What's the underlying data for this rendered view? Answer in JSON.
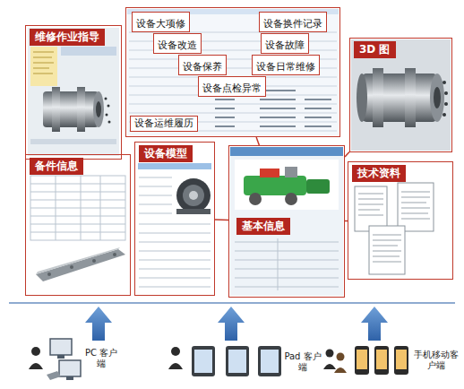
{
  "diagram": {
    "nodes": [
      {
        "text": [
          "维修作业指导"
        ]
      },
      {
        "text": [
          "设备运维履历"
        ]
      },
      {
        "text": [
          "设备大项修"
        ],
        "in": 1
      },
      {
        "text": [
          "设备换件记录"
        ],
        "in": 1
      },
      {
        "text": [
          "设备改造"
        ],
        "in": 1
      },
      {
        "text": [
          "设备故障"
        ],
        "in": 1
      },
      {
        "text": [
          "设备保养"
        ],
        "in": 1
      },
      {
        "text": [
          "设备日常维修"
        ],
        "in": 1
      },
      {
        "text": [
          "设备点检异常"
        ],
        "in": 1
      },
      {
        "text": [
          "备件信息"
        ]
      },
      {
        "text": [
          "设备模型"
        ]
      },
      {
        "text": [
          "基本信息"
        ]
      },
      {
        "text": [
          "3D 图"
        ]
      },
      {
        "text": [
          "技术资料"
        ]
      }
    ],
    "edges": [
      {
        "from": 1,
        "to": 11,
        "arrow": "none"
      },
      {
        "from": 10,
        "to": 11,
        "arrow": "none"
      },
      {
        "from": 12,
        "to": 11,
        "arrow": "none"
      },
      {
        "from": 13,
        "to": 11,
        "arrow": "none"
      }
    ],
    "labels": [
      "PC 客户端",
      "Pad 客户端",
      "手机移动客户端"
    ]
  }
}
